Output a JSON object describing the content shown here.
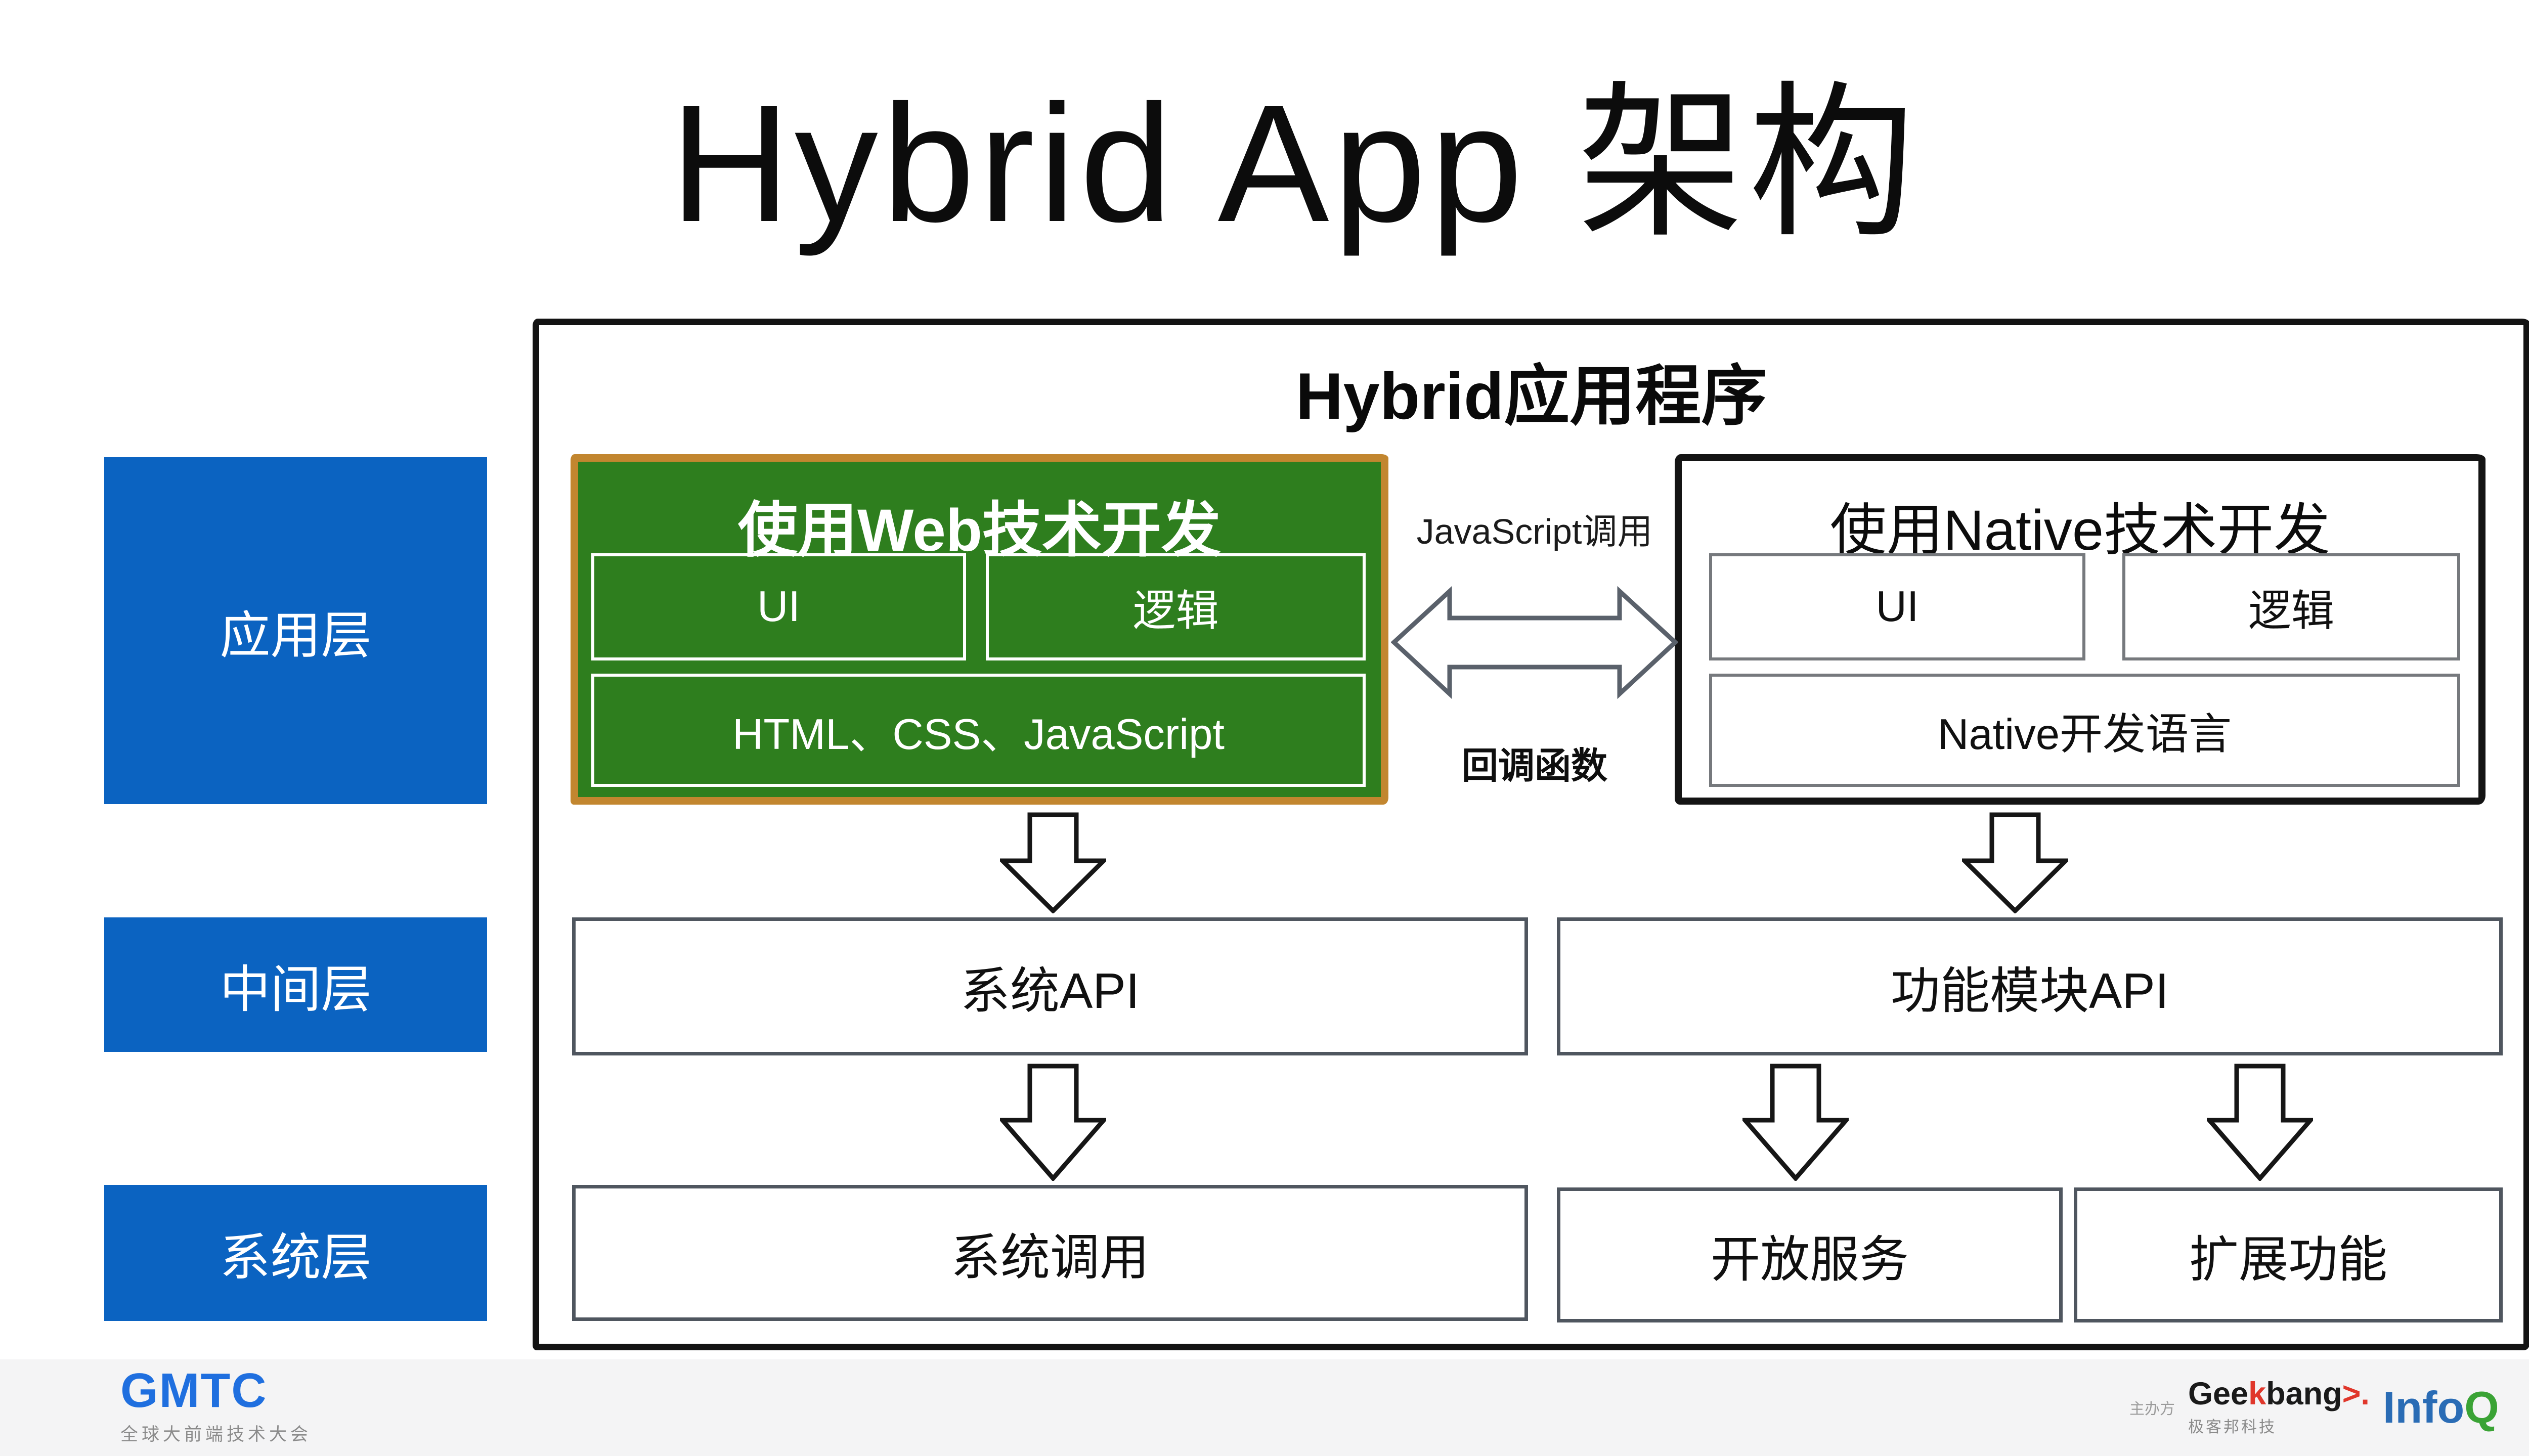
{
  "title": "Hybrid App 架构",
  "diagram": {
    "container_title": "Hybrid应用程序",
    "layers": [
      {
        "label": "应用层"
      },
      {
        "label": "中间层"
      },
      {
        "label": "系统层"
      }
    ],
    "web_box": {
      "title": "使用Web技术开发",
      "ui": "UI",
      "logic": "逻辑",
      "tech": "HTML、CSS、JavaScript"
    },
    "native_box": {
      "title": "使用Native技术开发",
      "ui": "UI",
      "logic": "逻辑",
      "tech": "Native开发语言"
    },
    "bridge": {
      "top_label": "JavaScript调用",
      "bottom_label": "回调函数"
    },
    "middle_row": [
      {
        "label": "系统API"
      },
      {
        "label": "功能模块API"
      }
    ],
    "bottom_row": [
      {
        "label": "系统调用"
      },
      {
        "label": "开放服务"
      },
      {
        "label": "扩展功能"
      }
    ]
  },
  "footer": {
    "gmtc_logo": "GMTC",
    "gmtc_subtitle": "全球大前端技术大会",
    "host_label": "主办方",
    "geekbang": {
      "part1": "Gee",
      "accent": "k",
      "part2": "bang",
      "arrow": ">.",
      "subtitle": "极客邦科技"
    },
    "infoq": {
      "info": "Info",
      "q": "Q"
    }
  },
  "colors": {
    "layer_blue": "#0b63c1",
    "web_green": "#2e7e1e",
    "web_border_orange": "#c2862f",
    "box_border_gray": "#4f565f",
    "gmtc_blue": "#1f6fdf",
    "geekbang_red": "#e0372b",
    "infoq_blue": "#2a6cb5",
    "infoq_green": "#3aa335"
  }
}
